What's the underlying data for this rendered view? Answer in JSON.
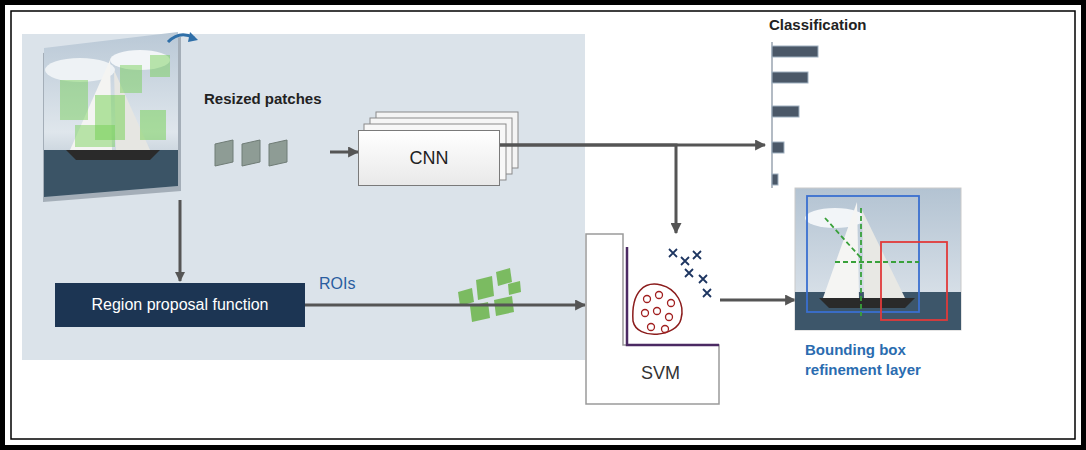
{
  "diagram": {
    "nodes": [
      {
        "text": [
          "Resized patches"
        ]
      },
      {
        "text": [
          "CNN"
        ]
      },
      {
        "text": [
          "Classification"
        ]
      },
      {
        "text": [
          "Region proposal function"
        ]
      },
      {
        "text": [
          "SVM"
        ]
      },
      {
        "text": [
          "Bounding box refinement layer"
        ]
      }
    ],
    "edges": [
      {
        "from": 0,
        "to": 1,
        "arrow": "to"
      },
      {
        "from": 1,
        "to": 2,
        "arrow": "to"
      },
      {
        "from": 1,
        "to": 4,
        "arrow": "to"
      },
      {
        "from": 3,
        "to": 4,
        "arrow": "to",
        "label": "ROIs"
      },
      {
        "from": 4,
        "to": 5,
        "arrow": "to"
      }
    ]
  }
}
